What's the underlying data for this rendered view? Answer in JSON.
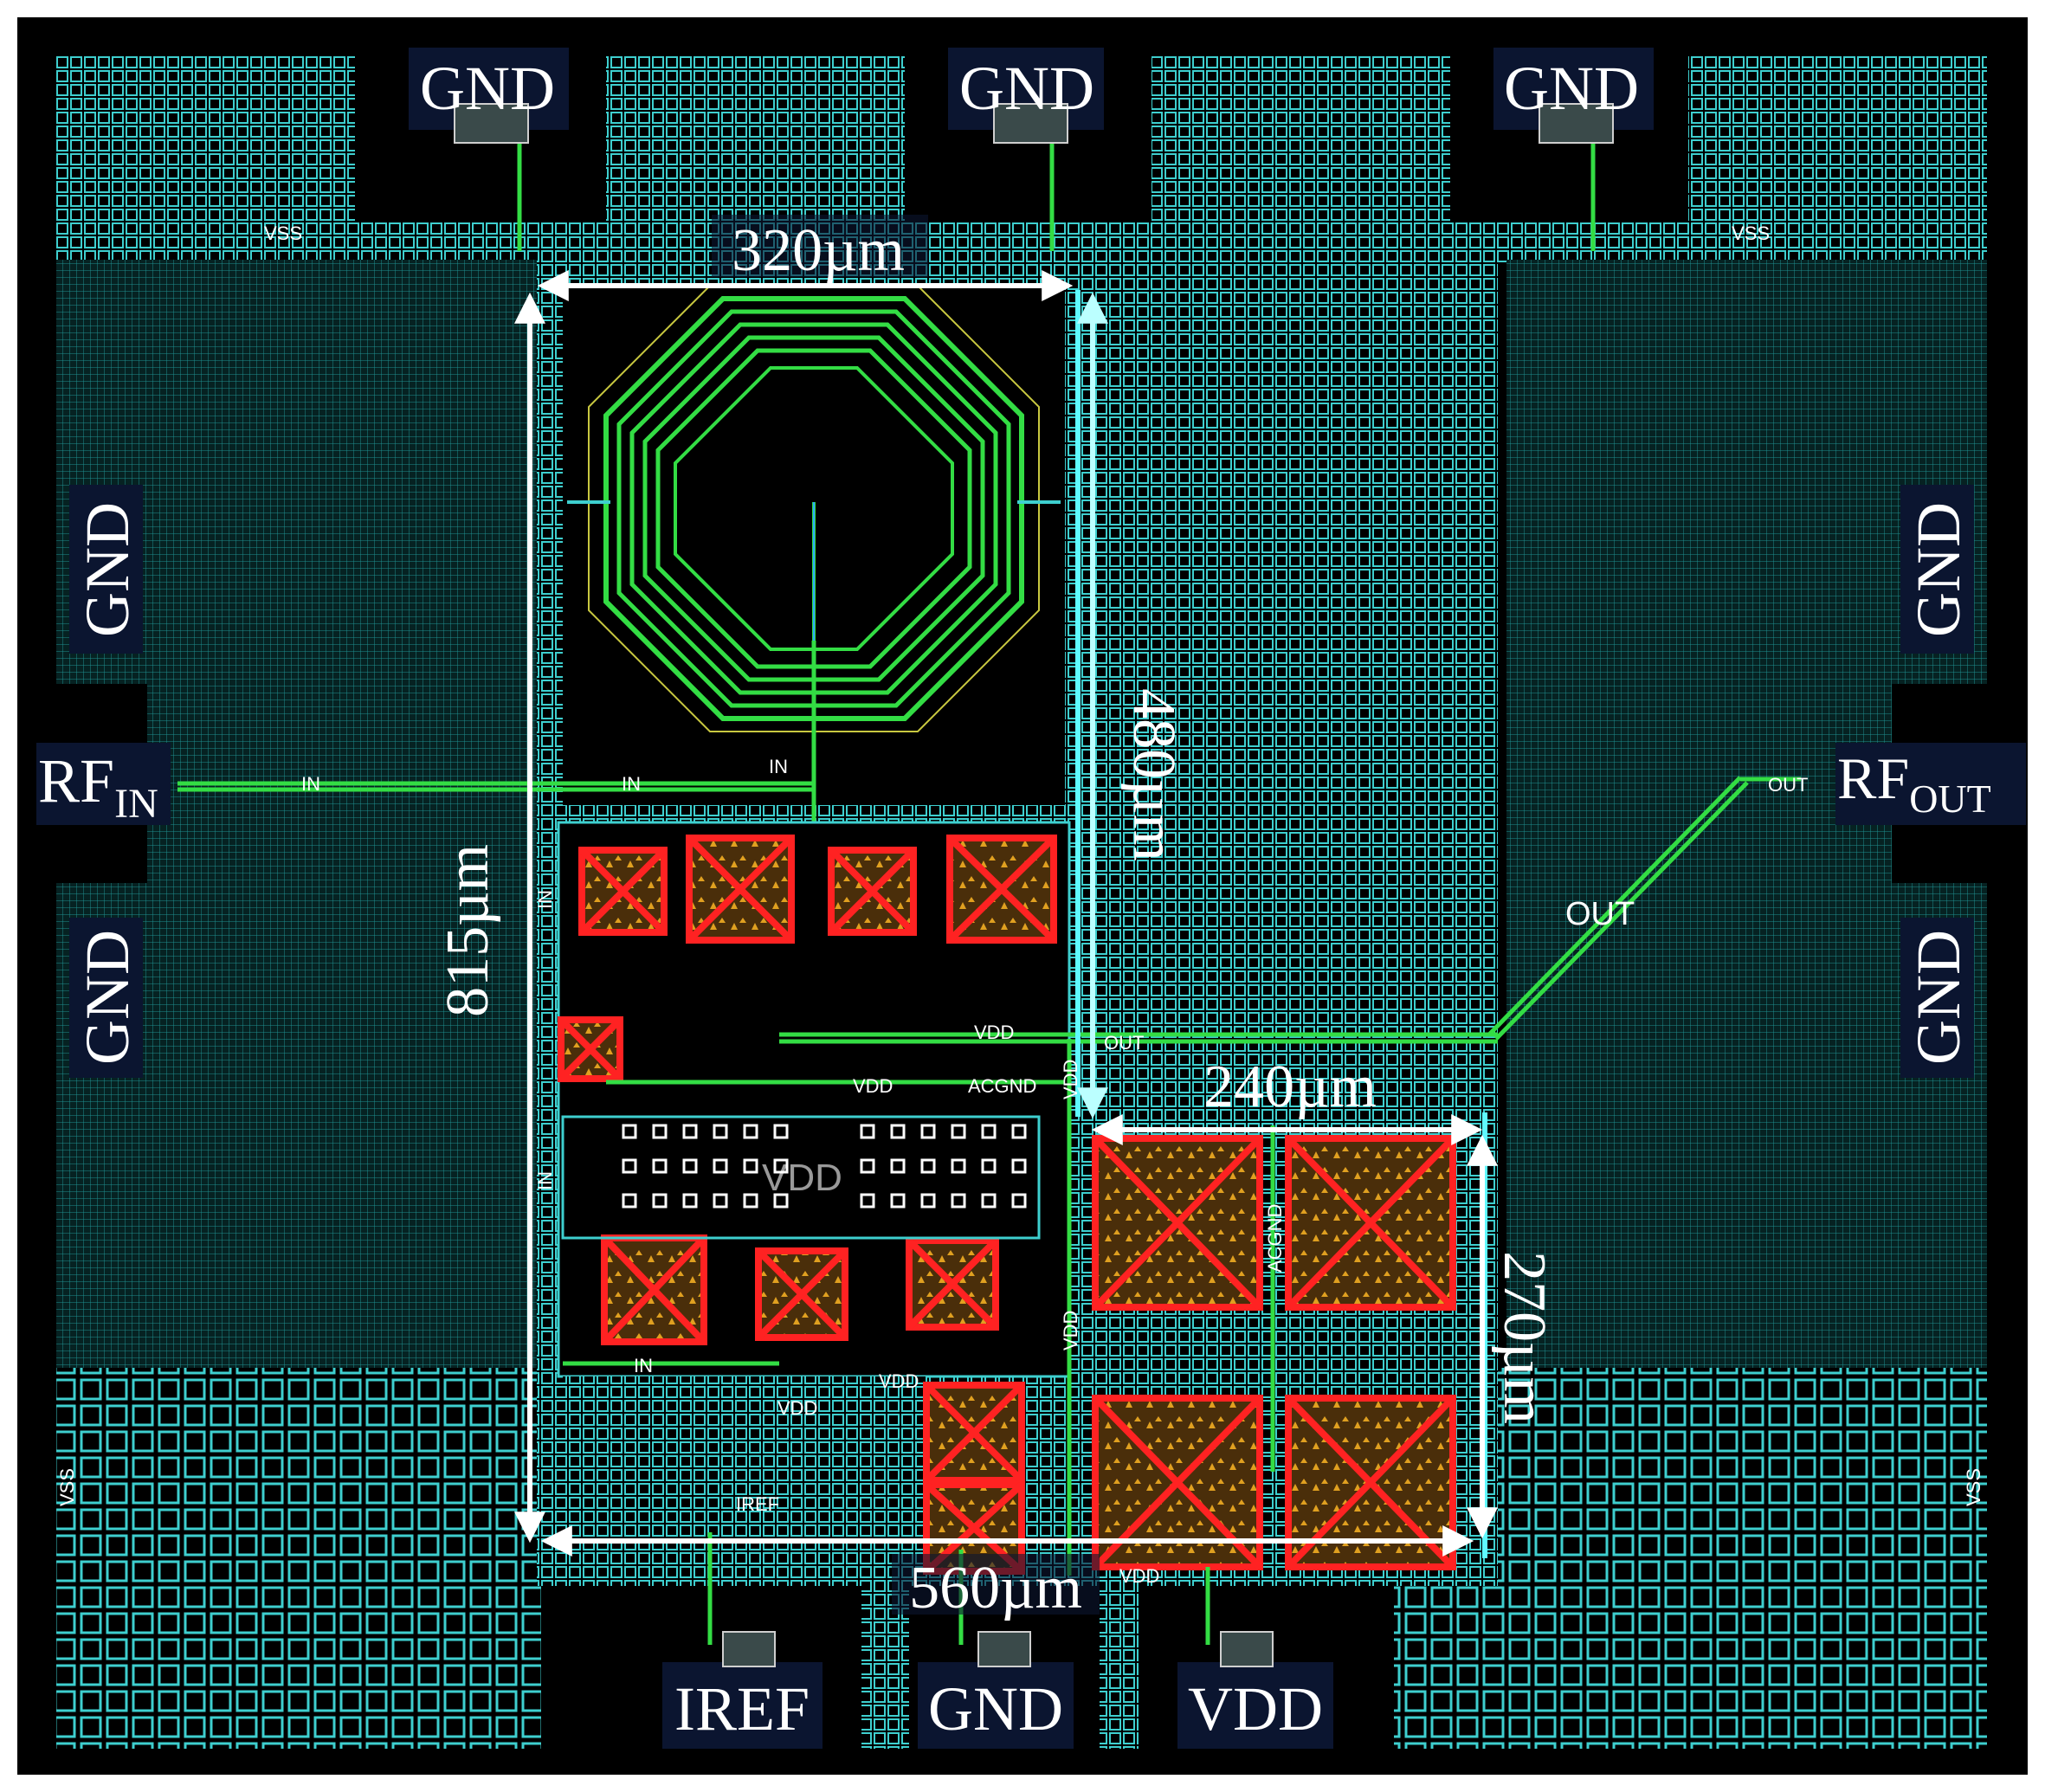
{
  "top_pads": [
    "GND",
    "GND",
    "GND"
  ],
  "bottom_pads": [
    "IREF",
    "GND",
    "VDD"
  ],
  "left_pads": {
    "gnd_top": "GND",
    "gnd_bottom": "GND",
    "rf_main": "RF",
    "rf_sub": "IN"
  },
  "right_pads": {
    "gnd_top": "GND",
    "gnd_bottom": "GND",
    "rf_main": "RF",
    "rf_sub": "OUT"
  },
  "dimensions": {
    "top_width": "320µm",
    "total_height": "815µm",
    "inductor_height": "480µm",
    "cap_width": "240µm",
    "cap_height": "270µm",
    "total_width": "560µm"
  },
  "net_labels": {
    "vss_top_left": "VSS",
    "vss_top_right": "VSS",
    "vss_left": "VSS",
    "vss_right": "VSS",
    "in_1": "IN",
    "in_2": "IN",
    "in_3": "IN",
    "in_4": "IN",
    "in_5": "IN",
    "in_6": "IN",
    "out_1": "OUT",
    "out_2": "OUT",
    "out_3": "OUT",
    "vdd_1": "VDD",
    "vdd_2": "VDD",
    "vdd_3": "VDD",
    "vdd_4": "VDD",
    "vdd_5": "VDD",
    "vdd_6": "VDD",
    "vdd_7": "VDD",
    "vdd_8": "VDD",
    "acgnd_1": "ACGND",
    "acgnd_2": "ACGND",
    "iref": "IREF"
  },
  "colors": {
    "background": "#000000",
    "metal_grid": "#3ecfcf",
    "route": "#33dd44",
    "cap_outline": "#ff2222",
    "cap_fill": "#5a3a10",
    "pad_label_bg": "#0b1530",
    "arrow": "#ffffff"
  }
}
